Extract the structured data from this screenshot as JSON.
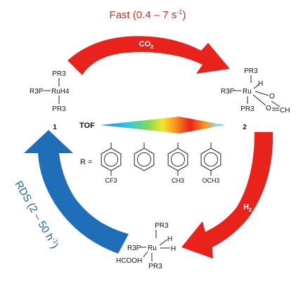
{
  "arrows": {
    "top": {
      "label": "CO",
      "sub": "2",
      "color": "#e8231c"
    },
    "right": {
      "label": "H",
      "sub": "2",
      "color": "#e8231c"
    },
    "left": {
      "color": "#1f6fb8"
    }
  },
  "rates": {
    "fast": {
      "main": "Fast (0.4 – 7 s",
      "sup": "-1",
      "close": ")"
    },
    "rds": {
      "main": "RDS (2 – 50 h",
      "sup": "-1",
      "close": ")"
    }
  },
  "complexes": {
    "c1": {
      "top": "PR3",
      "left": "R3P",
      "center": "RuH4",
      "bottom": "PR3",
      "number": "1"
    },
    "c2": {
      "top": "PR3",
      "left": "R3P",
      "center": "Ru",
      "h": "H",
      "bottom": "PR3",
      "o1": "O",
      "o2": "O",
      "ch": "CH",
      "number": "2"
    },
    "c3": {
      "top": "PR3",
      "left": "R3P",
      "center": "Ru",
      "h1": "H",
      "h2": "H",
      "hcooh": "HCOOH",
      "bottom": "PR3"
    }
  },
  "tof": {
    "label": "TOF"
  },
  "r_groups": {
    "label": "R =",
    "subs": [
      "CF3",
      "",
      "CH3",
      "OCH3"
    ]
  }
}
